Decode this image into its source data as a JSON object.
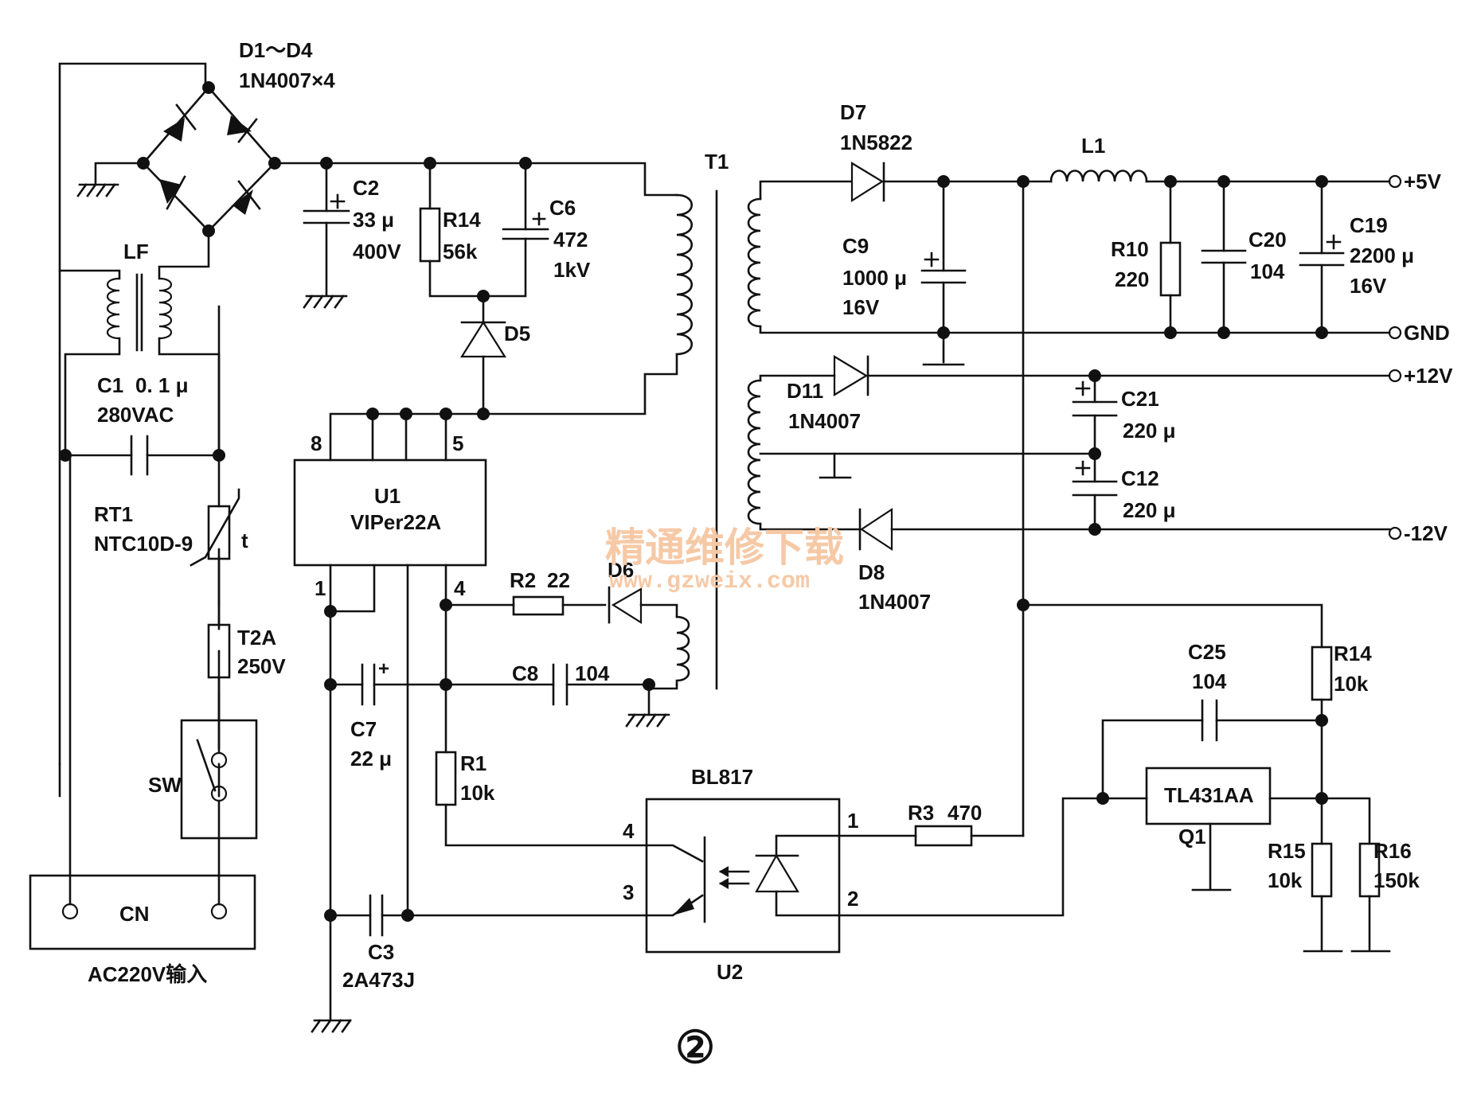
{
  "figure": {
    "number": "②"
  },
  "watermark": {
    "text": "精通维修下载",
    "url": "www.gzweix.com"
  },
  "input": {
    "connector": "CN",
    "connector_label": "AC220V输入",
    "switch": "SW",
    "fuse": {
      "ref": "T2A",
      "value": "250V"
    },
    "thermistor": {
      "ref": "RT1",
      "value": "NTC10D-9",
      "symbol": "t"
    },
    "c1": {
      "ref": "C1",
      "value": "0. 1 μ",
      "rating": "280VAC"
    },
    "lf": "LF"
  },
  "bridge": {
    "ref": "D1～D4",
    "value": "1N4007×4"
  },
  "primary": {
    "c2": {
      "ref": "C2",
      "value": "33 μ",
      "rating": "400V"
    },
    "r14a": {
      "ref": "R14",
      "value": "56k"
    },
    "c6": {
      "ref": "C6",
      "value": "472",
      "rating": "1kV"
    },
    "d5": "D5",
    "t1": "T1",
    "u1": {
      "ref": "U1",
      "part": "VIPer22A",
      "pin8": "8",
      "pin5": "5",
      "pin1": "1",
      "pin4": "4"
    },
    "r2": {
      "ref": "R2",
      "value": "22"
    },
    "d6": "D6",
    "c8": {
      "ref": "C8",
      "value": "104"
    },
    "c7": {
      "ref": "C7",
      "value": "22 μ",
      "plus": "+"
    },
    "r1": {
      "ref": "R1",
      "value": "10k"
    },
    "c3": {
      "ref": "C3",
      "value": "2A473J"
    }
  },
  "optocoupler": {
    "part": "BL817",
    "ref": "U2",
    "pin1": "1",
    "pin2": "2",
    "pin3": "3",
    "pin4": "4"
  },
  "secondary": {
    "d7": {
      "ref": "D7",
      "value": "1N5822"
    },
    "l1": "L1",
    "c9": {
      "ref": "C9",
      "value": "1000 μ",
      "rating": "16V"
    },
    "r10": {
      "ref": "R10",
      "value": "220"
    },
    "c20": {
      "ref": "C20",
      "value": "104"
    },
    "c19": {
      "ref": "C19",
      "value": "2200 μ",
      "rating": "16V"
    },
    "d11": {
      "ref": "D11",
      "value": "1N4007"
    },
    "c21": {
      "ref": "C21",
      "value": "220 μ"
    },
    "c12": {
      "ref": "C12",
      "value": "220 μ"
    },
    "d8": {
      "ref": "D8",
      "value": "1N4007"
    },
    "r3": {
      "ref": "R3",
      "value": "470"
    },
    "c25": {
      "ref": "C25",
      "value": "104"
    },
    "r14b": {
      "ref": "R14",
      "value": "10k"
    },
    "tl431": {
      "part": "TL431AA",
      "ref": "Q1"
    },
    "r15": {
      "ref": "R15",
      "value": "10k"
    },
    "r16": {
      "ref": "R16",
      "value": "150k"
    }
  },
  "outputs": {
    "p5v": "+5V",
    "gnd": "GND",
    "p12v": "+12V",
    "m12v": "-12V"
  }
}
